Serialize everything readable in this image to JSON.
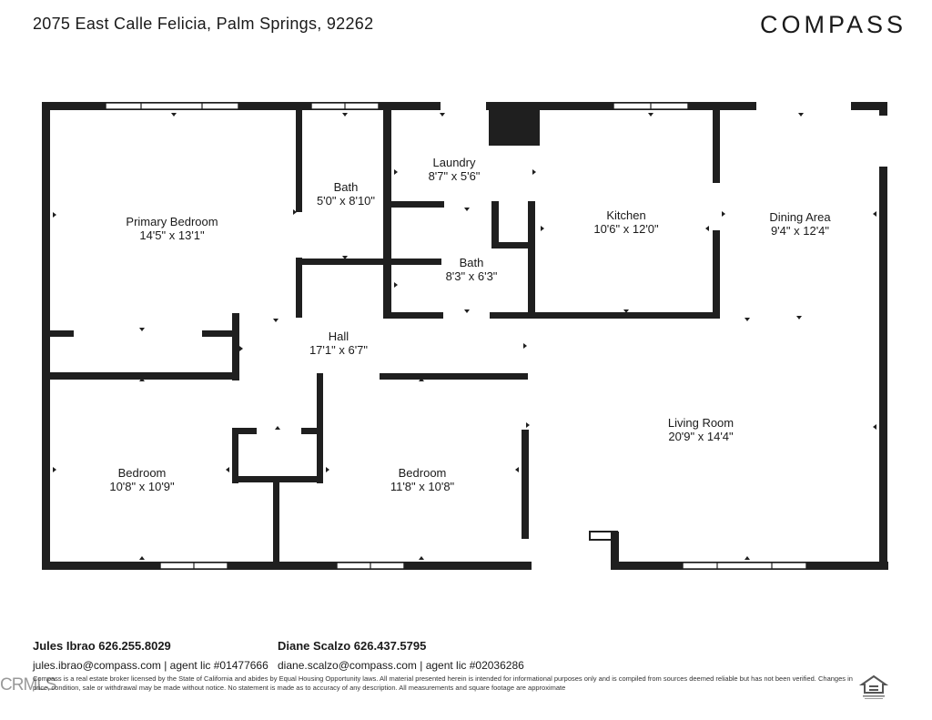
{
  "header": {
    "address": "2075 East Calle Felicia, Palm Springs, 92262",
    "brand": "COMPASS"
  },
  "rooms": [
    {
      "name": "Primary Bedroom",
      "size": "14'5\" x 13'1\""
    },
    {
      "name": "Bath",
      "size": "5'0\" x 8'10\""
    },
    {
      "name": "Laundry",
      "size": "8'7\" x 5'6\""
    },
    {
      "name": "Kitchen",
      "size": "10'6\" x 12'0\""
    },
    {
      "name": "Dining Area",
      "size": "9'4\" x 12'4\""
    },
    {
      "name": "Bath",
      "size": "8'3\" x 6'3\""
    },
    {
      "name": "Hall",
      "size": "17'1\" x 6'7\""
    },
    {
      "name": "Living Room",
      "size": "20'9\" x 14'4\""
    },
    {
      "name": "Bedroom",
      "size": "10'8\" x 10'9\""
    },
    {
      "name": "Bedroom",
      "size": "11'8\" x 10'8\""
    }
  ],
  "agents": [
    {
      "name": "Jules Ibrao 626.255.8029",
      "details": "jules.ibrao@compass.com | agent lic #01477666"
    },
    {
      "name": "Diane Scalzo 626.437.5795",
      "details": "diane.scalzo@compass.com | agent lic #02036286"
    }
  ],
  "footer": {
    "disclaimer": "Compass is a real estate broker licensed by the State of California and abides by Equal Housing Opportunity laws. All material presented herein is intended for informational purposes only and is compiled from sources deemed reliable but has not been verified. Changes in price, condition, sale or withdrawal may be made without notice. No statement is made as to accuracy of any description. All measurements and square footage are approximate",
    "watermark": "CRMLS"
  }
}
